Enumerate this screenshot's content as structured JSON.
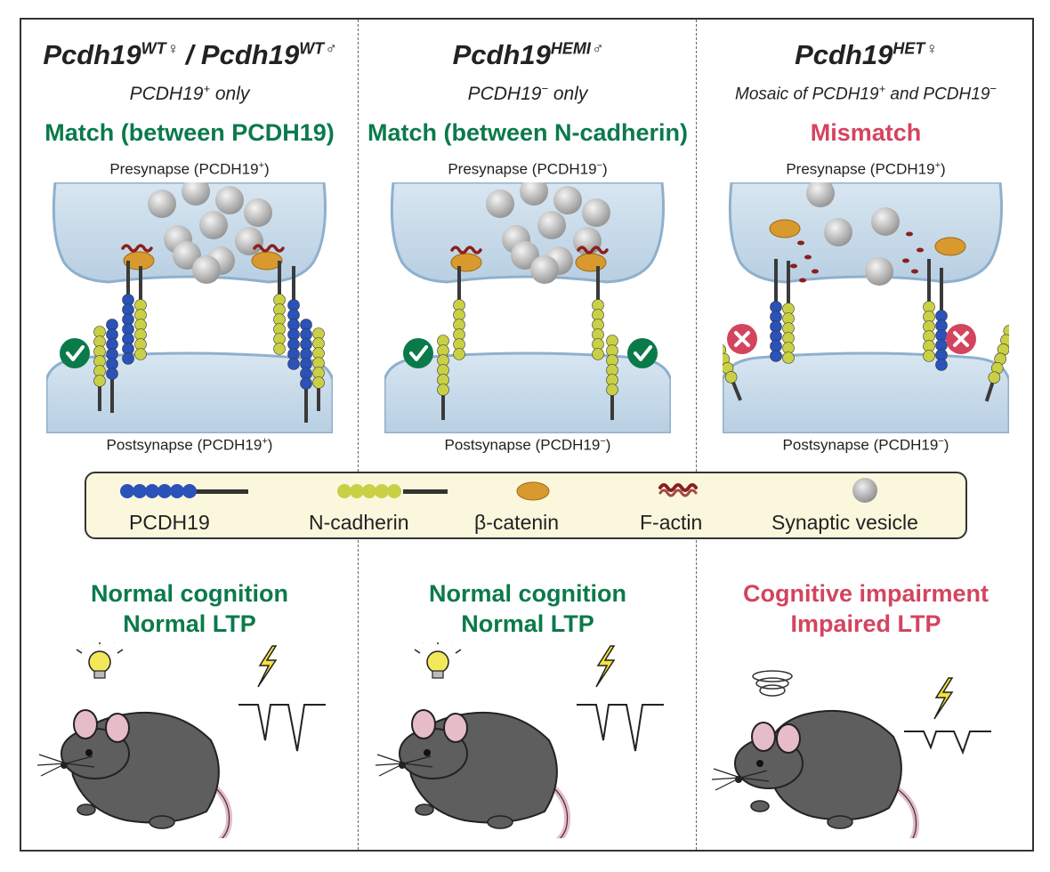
{
  "panels": [
    {
      "title_parts": [
        "Pcdh19",
        "WT♀",
        " / Pcdh19",
        "WT♂"
      ],
      "subtitle_parts": [
        "PCDH19",
        "+",
        " only"
      ],
      "status": "Match (between PCDH19)",
      "status_color": "#0b7a4b",
      "presynapse": "Presynapse (PCDH19",
      "presynapse_sup": "+",
      "postsynapse": "Postsynapse (PCDH19",
      "postsynapse_sup": "+",
      "outcome_line1": "Normal cognition",
      "outcome_line2": "Normal LTP",
      "outcome_color": "#0b7a4b",
      "adhesion": "match",
      "adhesion_molecules": "PCDH19 and N-cadherin"
    },
    {
      "title_parts": [
        "Pcdh19",
        "HEMI♂"
      ],
      "subtitle_parts": [
        "PCDH19",
        "−",
        " only"
      ],
      "status": "Match (between N-cadherin)",
      "status_color": "#0b7a4b",
      "presynapse": "Presynapse (PCDH19",
      "presynapse_sup": "−",
      "postsynapse": "Postsynapse (PCDH19",
      "postsynapse_sup": "−",
      "outcome_line1": "Normal cognition",
      "outcome_line2": "Normal LTP",
      "outcome_color": "#0b7a4b",
      "adhesion": "match",
      "adhesion_molecules": "N-cadherin"
    },
    {
      "title_parts": [
        "Pcdh19",
        "HET♀"
      ],
      "subtitle_parts": [
        "Mosaic of PCDH19",
        "+",
        " and PCDH19",
        "−"
      ],
      "status": "Mismatch",
      "status_color": "#d4445f",
      "presynapse": "Presynapse (PCDH19",
      "presynapse_sup": "+",
      "postsynapse": "Postsynapse (PCDH19",
      "postsynapse_sup": "−",
      "outcome_line1": "Cognitive impairment",
      "outcome_line2": "Impaired LTP",
      "outcome_color": "#d4445f",
      "adhesion": "mismatch",
      "adhesion_molecules": "PCDH19 and N-cadherin"
    }
  ],
  "legend": [
    {
      "label": "PCDH19",
      "icon": "pcdh19-bead-chain-icon"
    },
    {
      "label": "N-cadherin",
      "icon": "n-cadherin-bead-chain-icon"
    },
    {
      "label": "β-catenin",
      "icon": "beta-catenin-oval-icon"
    },
    {
      "label": "F-actin",
      "icon": "f-actin-squiggle-icon"
    },
    {
      "label": "Synaptic vesicle",
      "icon": "synaptic-vesicle-circle-icon"
    }
  ],
  "colors": {
    "match_green": "#0b7a4b",
    "mismatch_red": "#d4445f",
    "pcdh19_blue": "#2a52b8",
    "ncadherin_yellow": "#c9d045",
    "membrane_blue": "#c9dceb",
    "beta_catenin_orange": "#d89a2e",
    "factin_red": "#8b1f1f",
    "vesicle_gray": "#a9a9a9",
    "legend_bg": "#fbf7dd"
  }
}
